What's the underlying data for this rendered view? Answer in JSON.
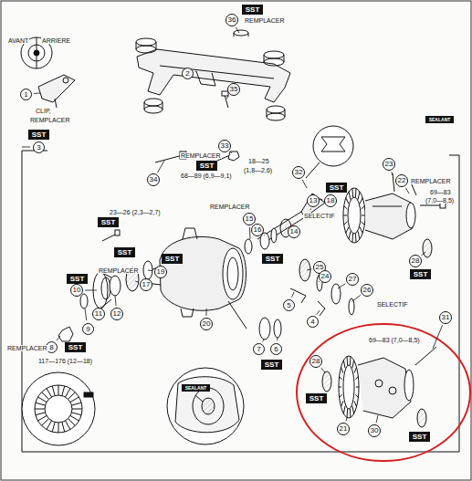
{
  "diagram": {
    "nodes": [
      {
        "text": [
          "SST"
        ]
      },
      {
        "text": [
          "36"
        ]
      },
      {
        "text": [
          "1"
        ]
      },
      {
        "text": [
          "2"
        ]
      },
      {
        "text": [
          "35"
        ]
      },
      {
        "text": [
          "SEALANT"
        ]
      },
      {
        "text": [
          "SST"
        ]
      },
      {
        "text": [
          "3"
        ]
      },
      {
        "text": [
          "33"
        ]
      },
      {
        "text": [
          "SST"
        ]
      },
      {
        "text": [
          "34"
        ]
      },
      {
        "text": [
          "32"
        ]
      },
      {
        "text": [
          "23"
        ]
      },
      {
        "text": [
          "22"
        ]
      },
      {
        "text": [
          "SST"
        ]
      },
      {
        "text": [
          "13"
        ]
      },
      {
        "text": [
          "18"
        ]
      },
      {
        "text": [
          "15"
        ]
      },
      {
        "text": [
          "SST"
        ]
      },
      {
        "text": [
          "16"
        ]
      },
      {
        "text": [
          "14"
        ]
      },
      {
        "text": [
          "SST"
        ]
      },
      {
        "text": [
          "SST"
        ]
      },
      {
        "text": [
          "SST"
        ]
      },
      {
        "text": [
          "25"
        ]
      },
      {
        "text": [
          "28"
        ]
      },
      {
        "text": [
          "SST"
        ]
      },
      {
        "text": [
          "19"
        ]
      },
      {
        "text": [
          "17"
        ]
      },
      {
        "text": [
          "11"
        ]
      },
      {
        "text": [
          "12"
        ]
      },
      {
        "text": [
          "24"
        ]
      },
      {
        "text": [
          "27"
        ]
      },
      {
        "text": [
          "SST"
        ]
      },
      {
        "text": [
          "10"
        ]
      },
      {
        "text": [
          "5"
        ]
      },
      {
        "text": [
          "26"
        ]
      },
      {
        "text": [
          "9"
        ]
      },
      {
        "text": [
          "4"
        ]
      },
      {
        "text": [
          "20"
        ]
      },
      {
        "text": [
          "31"
        ]
      },
      {
        "text": [
          "8"
        ]
      },
      {
        "text": [
          "SST"
        ]
      },
      {
        "text": [
          "7"
        ]
      },
      {
        "text": [
          "6"
        ]
      },
      {
        "text": [
          "SST"
        ]
      },
      {
        "text": [
          "28"
        ]
      },
      {
        "text": [
          "SST"
        ]
      },
      {
        "text": [
          "21"
        ]
      },
      {
        "text": [
          "30"
        ]
      },
      {
        "text": [
          "SST"
        ]
      },
      {
        "text": [
          "SEALANT"
        ]
      }
    ],
    "labels": [
      "AVANT",
      "ARRIERE",
      "CLIP,",
      "REMPLACER",
      "REMPLACER",
      "REMPLACER",
      "68—89 (6,9—9,1)",
      "18—25",
      "(1,8—2,6)",
      "REMPLACER",
      "69—83",
      "(7,0—8,5)",
      "REMPLACER",
      "SELECTIF",
      "23—26 (2,3—2,7)",
      "REMPLACER",
      "SELECTIF",
      "69—83 (7,0—8,5)",
      "REMPLACER",
      "117—176 (12—18)"
    ]
  }
}
